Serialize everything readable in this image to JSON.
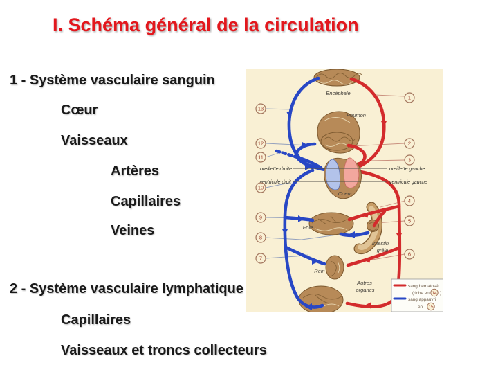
{
  "colors": {
    "title": "#e3171d",
    "panel_bg": "#f9f0d4",
    "artery": "#d32b2c",
    "vein": "#2847c5",
    "organ": "#b78a58",
    "organ_dark": "#7d5a30",
    "marker_ring": "#a3765e",
    "marker_text": "#a04432",
    "label_text": "#44403a",
    "legend_text": "#6e5c48",
    "legend_border": "#999999",
    "legend_bg": "#fdfdf8",
    "body_text": "#1a1a1a"
  },
  "slide": {
    "title": "I. Schéma général de la circulation"
  },
  "outline": {
    "items": [
      {
        "label": "1 - Système vasculaire sanguin",
        "indent": 0
      },
      {
        "label": "Cœur",
        "indent": 1
      },
      {
        "label": "Vaisseaux",
        "indent": 1
      },
      {
        "label": "Artères",
        "indent": 2
      },
      {
        "label": "Capillaires",
        "indent": 2
      },
      {
        "label": "Veines",
        "indent": 2
      },
      {
        "label": "2 - Système vasculaire lymphatique",
        "indent": 0
      },
      {
        "label": "Capillaires",
        "indent": 1
      },
      {
        "label": "Vaisseaux et troncs collecteurs",
        "indent": 1
      }
    ]
  },
  "diagram": {
    "organs": {
      "brain": "Encéphale",
      "lung": "Poumon",
      "heart": "Coeur",
      "liver": "Foie",
      "intestine1": "Intestin",
      "intestine2": "grêle",
      "kidney": "Rein",
      "other1": "Autres",
      "other2": "organes"
    },
    "heart_labels": {
      "or_droite": "oreillette droite",
      "v_droit": "ventricule droit",
      "or_gauche": "oreillette gauche",
      "v_gauche": "ventricule gauche"
    },
    "markers": [
      "1",
      "2",
      "3",
      "4",
      "5",
      "6",
      "7",
      "8",
      "9",
      "10",
      "11",
      "12",
      "13"
    ],
    "legend": {
      "items": [
        {
          "line1": "sang hématosé",
          "line2_pre": "(riche en",
          "num": "14",
          "line2_post": ")"
        },
        {
          "line1": "sang appauvri",
          "line2_pre": "en",
          "num": "15",
          "line2_post": ""
        }
      ]
    }
  }
}
